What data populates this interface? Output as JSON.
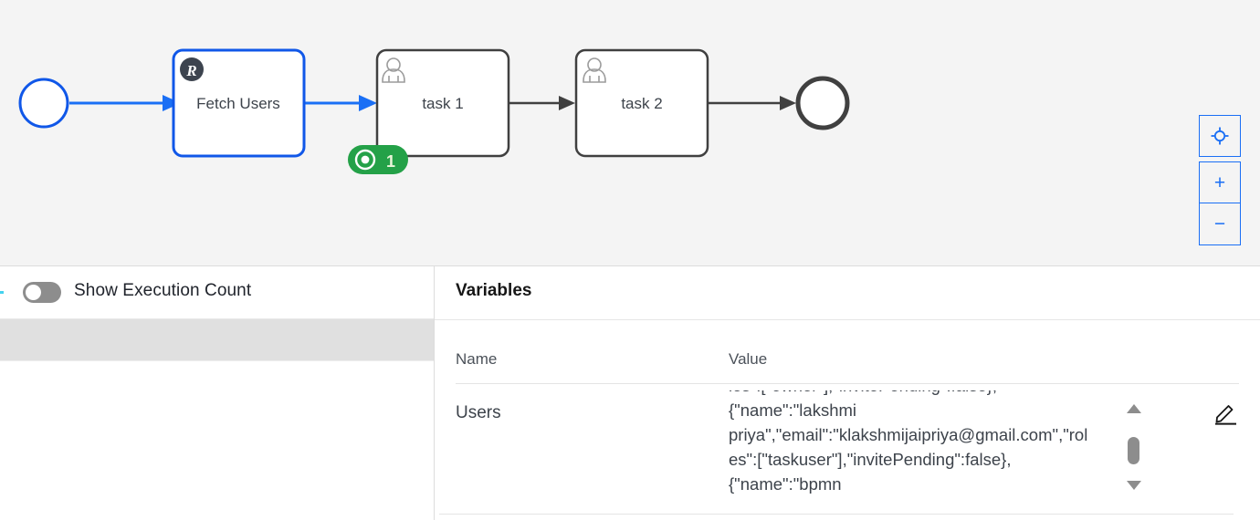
{
  "canvas": {
    "background_color": "#f4f4f4",
    "accent_color": "#1a6ff5",
    "default_stroke_color": "#404040",
    "badge_color": "#24a148",
    "nodes": [
      {
        "id": "start",
        "type": "start-event",
        "label": "",
        "highlighted": true
      },
      {
        "id": "fetch-users",
        "type": "script-task",
        "label": "Fetch Users",
        "marker": "R",
        "highlighted": true
      },
      {
        "id": "task-1",
        "type": "user-task",
        "label": "task 1",
        "marker": "user",
        "highlighted": false
      },
      {
        "id": "task-2",
        "type": "user-task",
        "label": "task 2",
        "marker": "user",
        "highlighted": false
      },
      {
        "id": "end",
        "type": "end-event",
        "label": "",
        "highlighted": false
      }
    ],
    "execution_badge": {
      "attached_to": "task-1",
      "count": "1",
      "icon": "target-icon"
    }
  },
  "zoom_controls": {
    "reset_label": "reset-view-icon",
    "zoom_in_label": "+",
    "zoom_out_label": "−"
  },
  "left_panel": {
    "toggle": {
      "label": "Show Execution Count",
      "state": "off"
    }
  },
  "variables_panel": {
    "title": "Variables",
    "columns": {
      "name": "Name",
      "value": "Value"
    },
    "rows": [
      {
        "name": "Users",
        "value": "les\":[\"owner\"],\"invitePending\":false},\n{\"name\":\"lakshmi priya\",\"email\":\"klakshmijaipriya@gmail.com\",\"roles\":[\"taskuser\"],\"invitePending\":false},\n{\"name\":\"bpmn",
        "edit_icon": "pencil-icon",
        "scroll": {
          "up": "scroll-up-arrow",
          "down": "scroll-down-arrow"
        }
      }
    ]
  }
}
